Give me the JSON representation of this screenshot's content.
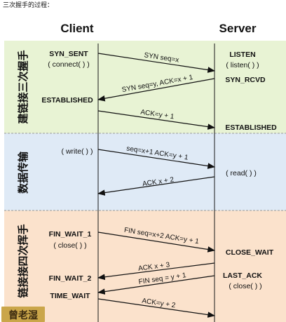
{
  "caption": "三次握手的过程：",
  "headers": {
    "client": "Client",
    "server": "Server"
  },
  "phases": [
    {
      "label": "建链接三次握手",
      "color": "#e8f3d4"
    },
    {
      "label": "数据传输",
      "color": "#dfeaf6"
    },
    {
      "label": "链接接四次挥手",
      "color": "#fbe2cc"
    }
  ],
  "client_states": [
    {
      "name": "SYN_SENT",
      "sub": "( connect( ) )"
    },
    {
      "name": "ESTABLISHED",
      "sub": ""
    },
    {
      "name": "",
      "sub": "( write( ) )"
    },
    {
      "name": "FIN_WAIT_1",
      "sub": "( close( ) )"
    },
    {
      "name": "FIN_WAIT_2",
      "sub": ""
    },
    {
      "name": "TIME_WAIT",
      "sub": ""
    }
  ],
  "server_states": [
    {
      "name": "LISTEN",
      "sub": "( listen( ) )"
    },
    {
      "name": "SYN_RCVD",
      "sub": ""
    },
    {
      "name": "ESTABLISHED",
      "sub": ""
    },
    {
      "name": "",
      "sub": "( read( ) )"
    },
    {
      "name": "CLOSE_WAIT",
      "sub": ""
    },
    {
      "name": "LAST_ACK",
      "sub": "( close( ) )"
    }
  ],
  "messages": [
    {
      "label": "SYN seq=x",
      "direction": "to-server"
    },
    {
      "label": "SYN seq=y, ACK=x + 1",
      "direction": "to-client"
    },
    {
      "label": "ACK=y + 1",
      "direction": "to-server"
    },
    {
      "label": "seq=x+1 ACK=y + 1",
      "direction": "to-server"
    },
    {
      "label": "ACK x + 2",
      "direction": "to-client"
    },
    {
      "label": "FIN seq=x+2 ACK=y + 1",
      "direction": "to-server"
    },
    {
      "label": "ACK x + 3",
      "direction": "to-client"
    },
    {
      "label": "FIN seq = y + 1",
      "direction": "to-client"
    },
    {
      "label": "ACK=y + 2",
      "direction": "to-server"
    }
  ],
  "watermark": "曾老湿",
  "colors": {
    "line": "#1a1a1a",
    "stamp_bg": "#caa64a",
    "stamp_text": "#3a2a10"
  }
}
